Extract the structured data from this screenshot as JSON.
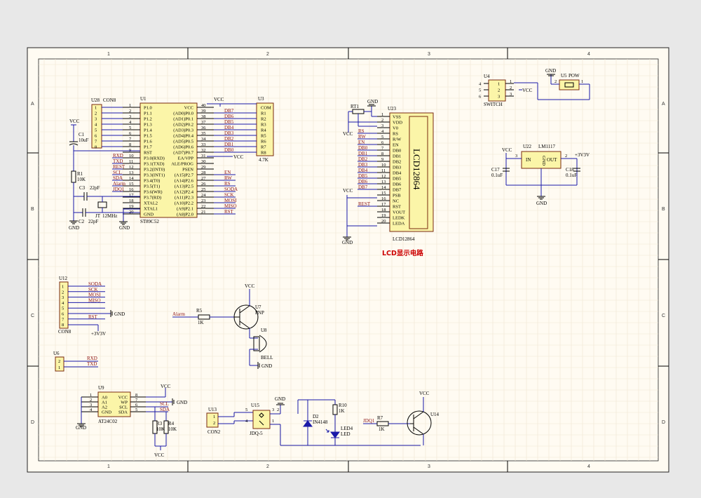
{
  "colors": {
    "paper": "#fffbf2",
    "wire": "#1a1aa8",
    "chip": "#fbf5a8",
    "net": "#8a1010",
    "title_red": "#cc0000"
  },
  "ruler": {
    "cols": [
      "1",
      "2",
      "3",
      "4"
    ],
    "rows": [
      "A",
      "B",
      "C",
      "D"
    ]
  },
  "u1": {
    "ref": "U1",
    "part": "ST89C52",
    "left_pins": [
      {
        "n": "1",
        "l": "P1.0"
      },
      {
        "n": "2",
        "l": "P1.1"
      },
      {
        "n": "3",
        "l": "P1.2"
      },
      {
        "n": "4",
        "l": "P1.3"
      },
      {
        "n": "5",
        "l": "P1.4"
      },
      {
        "n": "6",
        "l": "P1.5"
      },
      {
        "n": "7",
        "l": "P1.6"
      },
      {
        "n": "8",
        "l": "P1.7"
      },
      {
        "n": "9",
        "l": "RST"
      },
      {
        "n": "10",
        "l": "P3.0(RXD)"
      },
      {
        "n": "11",
        "l": "P3.1(TXD)"
      },
      {
        "n": "12",
        "l": "P3.2(INT0)"
      },
      {
        "n": "13",
        "l": "P3.3(INT1)"
      },
      {
        "n": "14",
        "l": "P3.4(T0)"
      },
      {
        "n": "15",
        "l": "P3.5(T1)"
      },
      {
        "n": "16",
        "l": "P3.6(WR)"
      },
      {
        "n": "17",
        "l": "P3.7(RD)"
      },
      {
        "n": "18",
        "l": "XTAL2"
      },
      {
        "n": "19",
        "l": "XTAL1"
      },
      {
        "n": "20",
        "l": "GND"
      }
    ],
    "right_pins": [
      {
        "n": "40",
        "l": "VCC"
      },
      {
        "n": "39",
        "l": "(AD0)P0.0"
      },
      {
        "n": "38",
        "l": "(AD1)P0.1"
      },
      {
        "n": "37",
        "l": "(AD2)P0.2"
      },
      {
        "n": "36",
        "l": "(AD3)P0.3"
      },
      {
        "n": "35",
        "l": "(AD4)P0.4"
      },
      {
        "n": "34",
        "l": "(AD5)P0.5"
      },
      {
        "n": "33",
        "l": "(AD6)P0.6"
      },
      {
        "n": "32",
        "l": "(AD7)P0.7"
      },
      {
        "n": "31",
        "l": "EA/VPP"
      },
      {
        "n": "30",
        "l": "ALE/PROG"
      },
      {
        "n": "29",
        "l": "PSEN"
      },
      {
        "n": "28",
        "l": "(A15)P2.7"
      },
      {
        "n": "27",
        "l": "(A14)P2.6"
      },
      {
        "n": "26",
        "l": "(A13)P2.5"
      },
      {
        "n": "25",
        "l": "(A12)P2.4"
      },
      {
        "n": "24",
        "l": "(A11)P2.3"
      },
      {
        "n": "23",
        "l": "(A10)P2.2"
      },
      {
        "n": "22",
        "l": "(A9)P2.1"
      },
      {
        "n": "21",
        "l": "(A8)P2.0"
      }
    ],
    "left_nets": [
      "",
      "",
      "",
      "",
      "",
      "",
      "",
      "",
      "",
      "RXD",
      "TXD",
      "REST",
      "SCL",
      "SDA",
      "Alarm",
      "JDQ1",
      "",
      "",
      "",
      ""
    ],
    "right_nets": [
      "",
      "DB7",
      "DB6",
      "DB5",
      "DB4",
      "DB3",
      "DB2",
      "DB1",
      "DB0",
      "",
      "",
      "",
      "EN",
      "RW",
      "RS",
      "SODA",
      "SCK",
      "MOSI",
      "MISO",
      "RST"
    ]
  },
  "u28": {
    "ref": "U28",
    "part": "CON8",
    "pins": [
      "1",
      "2",
      "3",
      "4",
      "5",
      "6",
      "7",
      "8"
    ]
  },
  "u3": {
    "ref": "U3",
    "value": "4.7K",
    "pins": [
      "COM",
      "R1",
      "R2",
      "R3",
      "R4",
      "R5",
      "R6",
      "R7",
      "R8"
    ]
  },
  "pwr": {
    "vcc": "VCC",
    "gnd": "GND",
    "v33": "+3V3V"
  },
  "c1": {
    "ref": "C1",
    "value": "10uF"
  },
  "r1": {
    "ref": "R1",
    "value": "10K"
  },
  "c3": {
    "ref": "C3",
    "value": "22pF"
  },
  "c2": {
    "ref": "C2",
    "value": "22pF"
  },
  "y1": {
    "ref": "JT",
    "value": "12MHz"
  },
  "u23": {
    "ref": "U23",
    "part": "LCD12864",
    "chip_text": "LCD12864",
    "rt": "RT1",
    "pins": [
      {
        "n": "1",
        "l": "VSS"
      },
      {
        "n": "2",
        "l": "VDD"
      },
      {
        "n": "3",
        "l": "V0"
      },
      {
        "n": "4",
        "l": "RS"
      },
      {
        "n": "5",
        "l": "R/W"
      },
      {
        "n": "6",
        "l": "EN"
      },
      {
        "n": "7",
        "l": "DB0"
      },
      {
        "n": "8",
        "l": "DB1"
      },
      {
        "n": "9",
        "l": "DB2"
      },
      {
        "n": "10",
        "l": "DB3"
      },
      {
        "n": "11",
        "l": "DB4"
      },
      {
        "n": "12",
        "l": "DB5"
      },
      {
        "n": "13",
        "l": "DB6"
      },
      {
        "n": "14",
        "l": "DB7"
      },
      {
        "n": "15",
        "l": "PSB"
      },
      {
        "n": "16",
        "l": "NC"
      },
      {
        "n": "17",
        "l": "RST"
      },
      {
        "n": "18",
        "l": "VOUT"
      },
      {
        "n": "19",
        "l": "LEDK"
      },
      {
        "n": "20",
        "l": "LEDA"
      }
    ],
    "nets": [
      "",
      "",
      "",
      "RS",
      "RW",
      "EN",
      "DB0",
      "DB1",
      "DB2",
      "DB3",
      "DB4",
      "DB5",
      "DB6",
      "DB7",
      "",
      "",
      "REST",
      "",
      "",
      ""
    ]
  },
  "lcd_title": "LCD显示电路",
  "u4": {
    "ref": "U4",
    "part": "SWITCH",
    "pins": [
      "4",
      "1",
      "5",
      "2",
      "6",
      "3"
    ],
    "net": "VCC"
  },
  "u5": {
    "ref": "U5",
    "part": "POW",
    "pins": [
      "1",
      "2"
    ],
    "net": "GND"
  },
  "u22": {
    "ref": "U22",
    "part": "LM1117",
    "in": "IN",
    "out": "OUT",
    "gnd": "GND",
    "pin_in": "3",
    "pin_out": "2",
    "pin_gnd": "1"
  },
  "c17": {
    "ref": "C17",
    "value": "0.1uF"
  },
  "c18": {
    "ref": "C18",
    "value": "0.1uF"
  },
  "u12": {
    "ref": "U12",
    "part": "CON8",
    "pins": [
      "1",
      "2",
      "3",
      "4",
      "5",
      "6",
      "7",
      "8"
    ],
    "nets": [
      "SODA",
      "SCK",
      "MOSI",
      "MISO",
      "",
      "",
      "RST",
      ""
    ]
  },
  "u7": {
    "ref": "U7",
    "part": "PNP",
    "net": "Alarm"
  },
  "r5": {
    "ref": "R5",
    "value": "1K"
  },
  "u8": {
    "ref": "U8",
    "part": "BELL"
  },
  "u6": {
    "ref": "U6",
    "pins": [
      "2",
      "1"
    ],
    "nets": [
      "RXD",
      "TXD"
    ]
  },
  "u9": {
    "ref": "U9",
    "part": "AT24C02",
    "left": [
      "A0",
      "A1",
      "A2",
      "GND"
    ],
    "right": [
      "VCC",
      "WP",
      "SCL",
      "SDA"
    ],
    "ln": [
      "1",
      "2",
      "3",
      "4"
    ],
    "rn": [
      "8",
      "7",
      "6",
      "5"
    ],
    "nets": [
      "SCL",
      "SDA"
    ]
  },
  "r3": {
    "ref": "R3",
    "value": "10K"
  },
  "r4": {
    "ref": "R4",
    "value": "10K"
  },
  "u13": {
    "ref": "U13",
    "part": "CON2",
    "pins": [
      "1",
      "2"
    ]
  },
  "u15": {
    "ref": "U15",
    "part": "JDQ-5",
    "pins": [
      "5",
      "4",
      "3",
      "2",
      "1"
    ]
  },
  "d2": {
    "ref": "D2",
    "part": "IN4148"
  },
  "r10": {
    "ref": "R10",
    "value": "1K"
  },
  "led4": {
    "ref": "LED4",
    "part": "LED"
  },
  "r7": {
    "ref": "R7",
    "value": "1K",
    "net": "JDQ1"
  },
  "u14": {
    "ref": "U14"
  }
}
